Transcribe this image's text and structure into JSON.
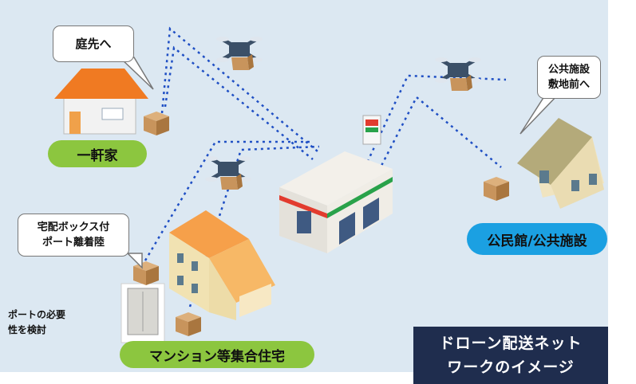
{
  "title": {
    "line1": "ドローン配送ネット",
    "line2": "ワークのイメージ"
  },
  "destinations": {
    "detached": {
      "label": "一軒家",
      "bubble": "庭先へ"
    },
    "community": {
      "label": "公民館/公共施設",
      "bubble_line1": "公共施設",
      "bubble_line2": "敷地前へ"
    },
    "apartment": {
      "label": "マンション等集合住宅",
      "bubble_line1": "宅配ボックス付",
      "bubble_line2": "ポート離着陸",
      "note_line1": "ポートの必要",
      "note_line2": "性を検討"
    }
  },
  "colors": {
    "background": "#dce8f2",
    "green_label": "#8cc63f",
    "blue_label": "#1ba0e2",
    "title_box": "#1f2d4e",
    "route_line": "#1f4fc4",
    "drone": "#3b5068",
    "parcel": "#c8945c"
  },
  "icons": [
    "drone-icon",
    "parcel-icon",
    "house-icon",
    "apartment-icon",
    "store-icon",
    "public-hall-icon",
    "delivery-box-icon"
  ]
}
